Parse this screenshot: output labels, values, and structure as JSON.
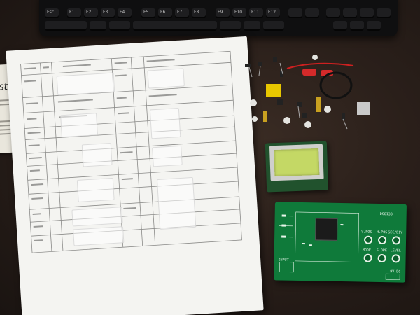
{
  "keyboard": {
    "keys": [
      "Esc",
      "F1",
      "F2",
      "F3",
      "F4",
      "F5",
      "F6",
      "F7",
      "F8",
      "F9",
      "F10",
      "F11",
      "F12"
    ]
  },
  "booklet": {
    "title_fragment": "nstruc"
  },
  "colors": {
    "desk": "#2a1f1a",
    "pcb": "#0f7a3a",
    "lcd_screen": "#c4d865",
    "paper": "#f4f4f1"
  },
  "pcb": {
    "model": "DSO138",
    "input_label": "INPUT",
    "button_labels": [
      "V.POS",
      "H.POS",
      "SEC/DIV",
      "MODE",
      "SLOPE",
      "LEVEL"
    ],
    "power_label": "9V DC"
  }
}
